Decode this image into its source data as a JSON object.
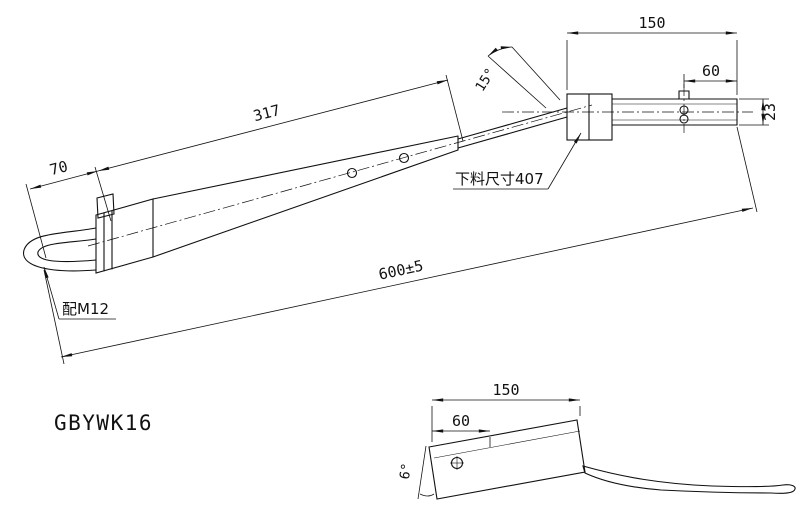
{
  "part_number": "GBYWK16",
  "main_view": {
    "dim_head_length": "150",
    "dim_screw_offset": "60",
    "dim_channel_height": "23",
    "dim_taper_length": "317",
    "dim_hook_length": "70",
    "dim_overall_length": "600±5",
    "dim_bend_angle": "15°",
    "label_blank_size": "下料尺寸407",
    "label_hook_fit": "配M12"
  },
  "bottom_view": {
    "dim_plate_length": "150",
    "dim_hole_offset": "60",
    "dim_tilt_angle": "6°"
  },
  "style": {
    "line_color": "#111111",
    "background_color": "#ffffff"
  }
}
